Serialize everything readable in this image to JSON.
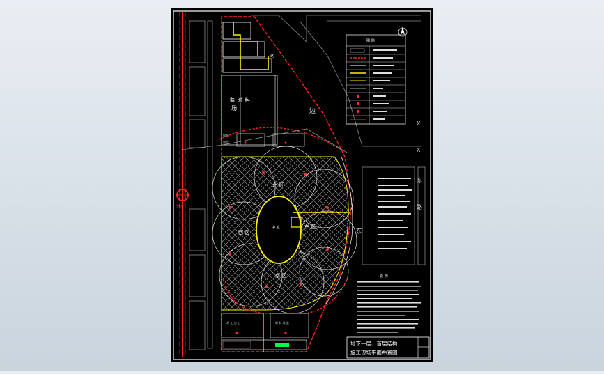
{
  "drawing": {
    "colors": {
      "background": "#000000",
      "frame": "#ffffff",
      "road": "#ff2020",
      "accent": "#ffee00",
      "green": "#00ff44",
      "line": "#d8d8d8"
    },
    "labels": {
      "temp_site": "临  时  料",
      "temp_site_2": "场",
      "road_west_area": "边",
      "road_east_1": "东",
      "road_east_2": "路",
      "road_east_3": "东",
      "north_zone": "北 区",
      "west_zone": "西 区",
      "east_zone": "东 区",
      "south_zone": "南 区",
      "center": "中 庭",
      "x_mark_1": "X",
      "x_mark_2": "X"
    },
    "legend_title": "图  例",
    "notes_title": "说  明",
    "title_block": {
      "line1": "地下一层、首层结构",
      "line2": "施工现场平面布置图"
    }
  }
}
